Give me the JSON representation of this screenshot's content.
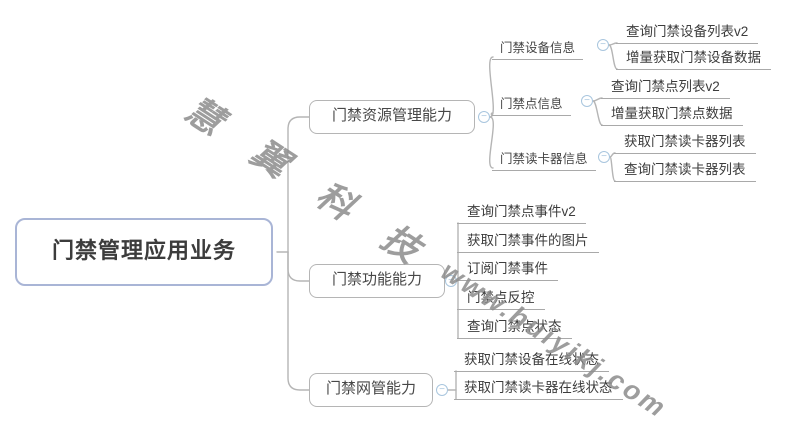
{
  "root": {
    "label": "门禁管理应用业务"
  },
  "branches": [
    {
      "label": "门禁资源管理能力",
      "children": [
        {
          "label": "门禁设备信息",
          "children": [
            "查询门禁设备列表v2",
            "增量获取门禁设备数据"
          ]
        },
        {
          "label": "门禁点信息",
          "children": [
            "查询门禁点列表v2",
            "增量获取门禁点数据"
          ]
        },
        {
          "label": "门禁读卡器信息",
          "children": [
            "获取门禁读卡器列表",
            "查询门禁读卡器列表"
          ]
        }
      ]
    },
    {
      "label": "门禁功能能力",
      "children": [
        "查询门禁点事件v2",
        "获取门禁事件的图片",
        "订阅门禁事件",
        "门禁点反控",
        "查询门禁点状态"
      ]
    },
    {
      "label": "门禁网管能力",
      "children": [
        "获取门禁设备在线状态",
        "获取门禁读卡器在线状态"
      ]
    }
  ],
  "icons": {
    "collapse": "−"
  },
  "watermark": {
    "cn": "慧 翼 科 技",
    "url": "www.huiyikj.com"
  },
  "colors": {
    "root_border": "#a9b5d6",
    "node_border": "#b5b5b5",
    "connector": "#b5b5b5",
    "text": "#3c3c3c",
    "collapse": "#a9c6de",
    "watermark": "#8d8d8d"
  }
}
